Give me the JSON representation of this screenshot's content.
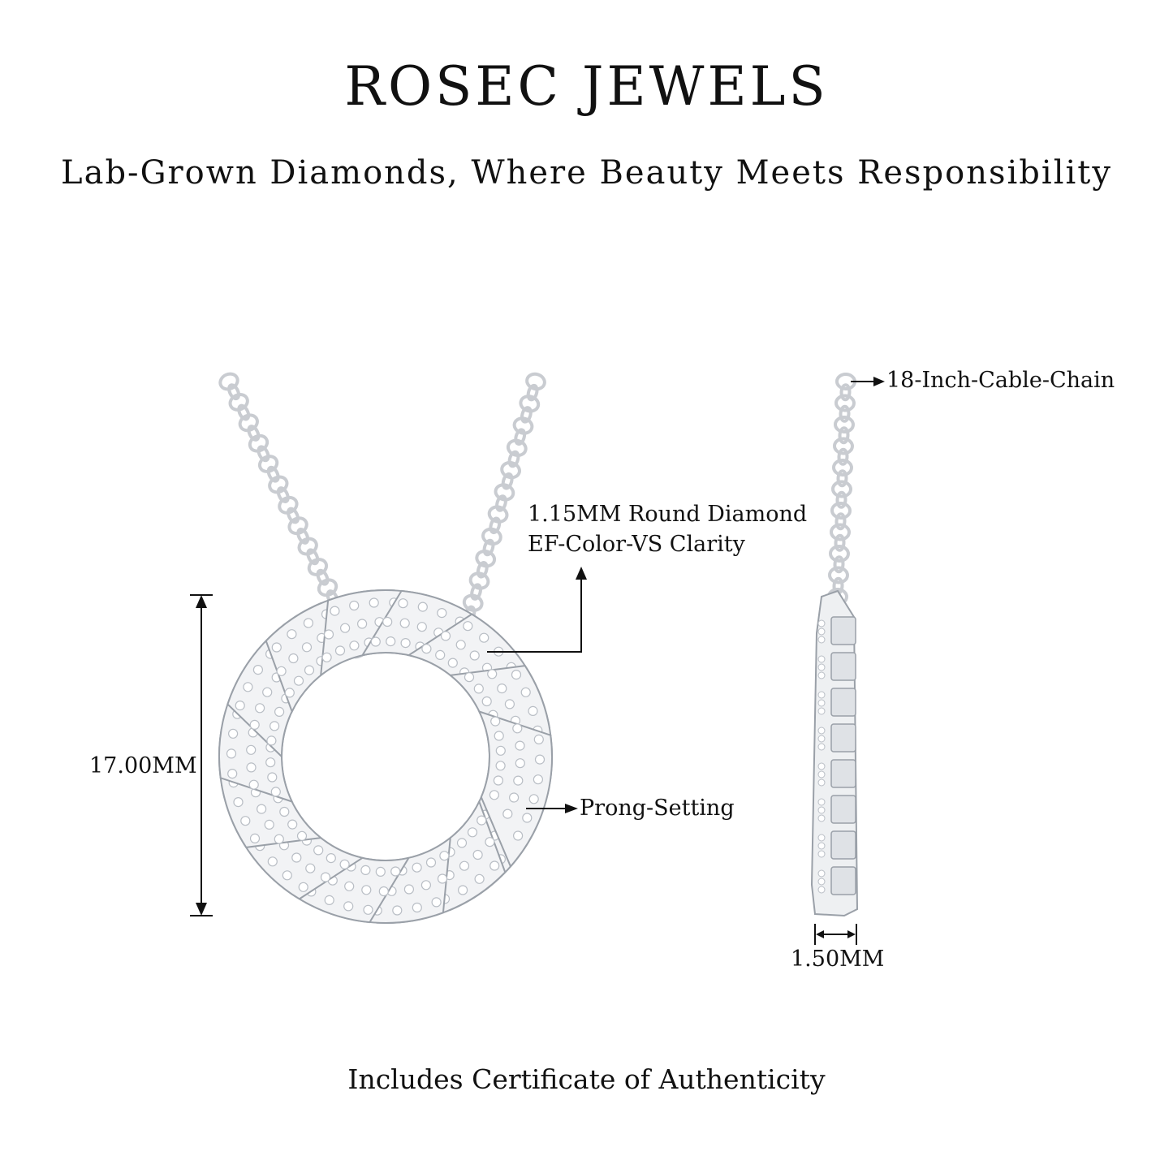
{
  "header": {
    "brand": "ROSEC JEWELS",
    "tagline": "Lab-Grown Diamonds, Where Beauty Meets Responsibility"
  },
  "annotations": {
    "stone_line1": "1.15MM Round Diamond",
    "stone_line2": "EF-Color-VS  Clarity",
    "setting": "Prong-Setting",
    "height": "17.00MM",
    "chain": "18-Inch-Cable-Chain",
    "thickness": "1.50MM"
  },
  "footer": {
    "text": "Includes Certificate of Authenticity"
  },
  "colors": {
    "metal": "#c9ccd1",
    "metal_dark": "#9aa0a8",
    "stone": "#f2f3f5",
    "line": "#111111"
  }
}
